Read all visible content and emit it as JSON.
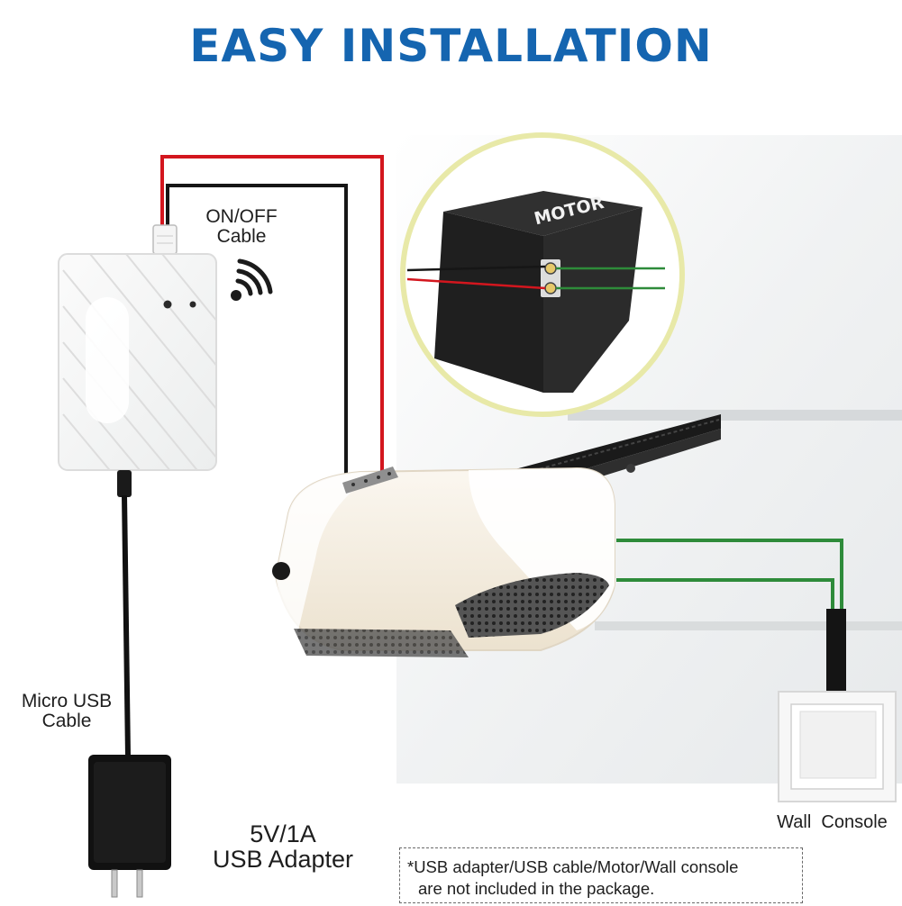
{
  "title": "EASY INSTALLATION",
  "labels": {
    "onoff_line1": "ON/OFF",
    "onoff_line2": "Cable",
    "microusb_line1": "Micro USB",
    "microusb_line2": "Cable",
    "adapter_line1": "5V/1A",
    "adapter_line2": "USB Adapter",
    "motor": "MOTOR",
    "wall_console": "Wall  Console"
  },
  "note": {
    "line1": "*USB adapter/USB cable/Motor/Wall console",
    "line2": "are not included in the package."
  },
  "colors": {
    "title": "#1565b0",
    "wire_red": "#d3161e",
    "wire_black": "#161616",
    "wire_green": "#2e8b3a",
    "motor_box": "#2a2a2a"
  },
  "icons": {
    "wifi": "wifi-signal-icon"
  }
}
